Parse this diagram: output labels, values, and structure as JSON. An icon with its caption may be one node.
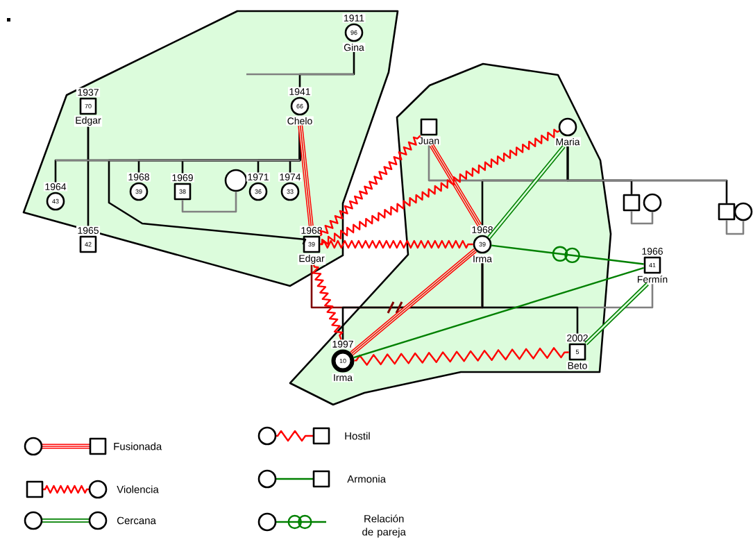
{
  "diagram": {
    "nodes": [
      {
        "text": [
          "1911",
          "96",
          "Gina"
        ]
      },
      {
        "text": [
          "1937",
          "70",
          "Edgar"
        ]
      },
      {
        "text": [
          "1941",
          "66",
          "Chelo"
        ]
      },
      {
        "text": [
          "Juan"
        ]
      },
      {
        "text": [
          "Maria"
        ]
      },
      {
        "text": [
          "1964",
          "43"
        ]
      },
      {
        "text": [
          "1968",
          "39"
        ]
      },
      {
        "text": [
          "1969",
          "38"
        ]
      },
      {
        "text": [],
        "shape": "circle"
      },
      {
        "text": [
          "1971",
          "36"
        ]
      },
      {
        "text": [
          "1974",
          "33"
        ]
      },
      {
        "text": [],
        "shape": "box"
      },
      {
        "text": [],
        "shape": "circle"
      },
      {
        "text": [],
        "shape": "box"
      },
      {
        "text": [],
        "shape": "circle"
      },
      {
        "text": [
          "1965",
          "42"
        ]
      },
      {
        "text": [
          "1968",
          "39",
          "Edgar"
        ]
      },
      {
        "text": [
          "1968",
          "39",
          "Irma"
        ]
      },
      {
        "text": [
          "1966",
          "41",
          "Fermín"
        ]
      },
      {
        "text": [
          "1997",
          "10",
          "Irma"
        ]
      },
      {
        "text": [
          "2002",
          "5",
          "Beto"
        ]
      }
    ],
    "edges": [
      {
        "from": 0,
        "to": 2,
        "arrow": "none"
      },
      {
        "from": 1,
        "to": 2,
        "arrow": "none",
        "color": "#808080"
      },
      {
        "from": 2,
        "to": 5,
        "arrow": "none"
      },
      {
        "from": 2,
        "to": 6,
        "arrow": "none"
      },
      {
        "from": 2,
        "to": 7,
        "arrow": "none"
      },
      {
        "from": 2,
        "to": 9,
        "arrow": "none"
      },
      {
        "from": 2,
        "to": 10,
        "arrow": "none"
      },
      {
        "from": 2,
        "to": 16,
        "arrow": "none"
      },
      {
        "from": 1,
        "to": 15,
        "arrow": "none"
      },
      {
        "from": 7,
        "to": 8,
        "arrow": "none",
        "color": "#808080"
      },
      {
        "from": 3,
        "to": 4,
        "arrow": "none",
        "color": "#808080"
      },
      {
        "from": 4,
        "to": 17,
        "arrow": "none"
      },
      {
        "from": 4,
        "to": 11,
        "arrow": "none"
      },
      {
        "from": 4,
        "to": 13,
        "arrow": "none"
      },
      {
        "from": 11,
        "to": 12,
        "arrow": "none",
        "color": "#808080"
      },
      {
        "from": 13,
        "to": 14,
        "arrow": "none",
        "color": "#808080"
      },
      {
        "from": 16,
        "to": 17,
        "arrow": "none",
        "color": "#800000"
      },
      {
        "from": 17,
        "to": 19,
        "arrow": "none"
      },
      {
        "from": 17,
        "to": 18,
        "arrow": "none",
        "color": "#808080"
      },
      {
        "from": 17,
        "to": 20,
        "arrow": "none"
      },
      {
        "from": 2,
        "to": 16,
        "arrow": "none",
        "style": "thick",
        "color": "#ff0000"
      },
      {
        "from": 3,
        "to": 17,
        "arrow": "none",
        "style": "thick",
        "color": "#ff0000"
      },
      {
        "from": 17,
        "to": 19,
        "arrow": "none",
        "style": "thick",
        "color": "#ff0000"
      },
      {
        "from": 16,
        "to": 3,
        "arrow": "none",
        "color": "#ff0000"
      },
      {
        "from": 16,
        "to": 4,
        "arrow": "none",
        "color": "#ff0000"
      },
      {
        "from": 16,
        "to": 17,
        "arrow": "none",
        "color": "#ff0000"
      },
      {
        "from": 16,
        "to": 19,
        "arrow": "none",
        "color": "#ff0000"
      },
      {
        "from": 19,
        "to": 20,
        "arrow": "none",
        "color": "#ff0000"
      },
      {
        "from": 4,
        "to": 17,
        "arrow": "none",
        "style": "thick",
        "color": "#008000"
      },
      {
        "from": 18,
        "to": 20,
        "arrow": "none",
        "style": "thick",
        "color": "#008000"
      },
      {
        "from": 19,
        "to": 18,
        "arrow": "none",
        "color": "#008000"
      },
      {
        "from": 17,
        "to": 18,
        "arrow": "none",
        "color": "#008000"
      }
    ],
    "legend": [
      {
        "text": "Fusionada"
      },
      {
        "text": "Violencia"
      },
      {
        "text": "Cercana"
      },
      {
        "text": "Hostil"
      },
      {
        "text": "Armonia"
      },
      {
        "text": "Relación de pareja"
      }
    ]
  }
}
